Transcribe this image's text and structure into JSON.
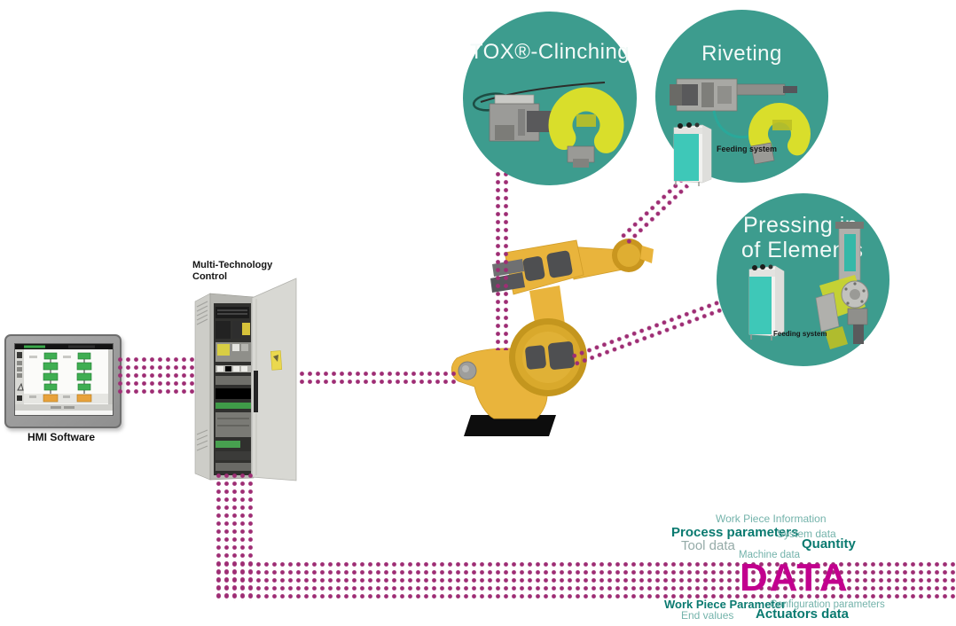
{
  "hmi": {
    "label": "HMI Software"
  },
  "cabinet": {
    "label_line1": "Multi-Technology",
    "label_line2": "Control"
  },
  "circles": {
    "tox": {
      "title": "TOX®-Clinching"
    },
    "riveting": {
      "title": "Riveting",
      "feeding_label": "Feeding system"
    },
    "pressing": {
      "title_line1": "Pressing in",
      "title_line2": "of Elements",
      "feeding_label": "Feeding system"
    }
  },
  "data_cloud": {
    "title": "DATA",
    "terms": [
      {
        "label": "Work Piece Information",
        "style": "light"
      },
      {
        "label": "Process parameters",
        "style": "bold"
      },
      {
        "label": "System data",
        "style": "light"
      },
      {
        "label": "Tool data",
        "style": "muted"
      },
      {
        "label": "Quantity",
        "style": "bold"
      },
      {
        "label": "Machine data",
        "style": "light"
      },
      {
        "label": "Work Piece Parameter",
        "style": "bold"
      },
      {
        "label": "Configuration parameters",
        "style": "light"
      },
      {
        "label": "End values",
        "style": "light"
      },
      {
        "label": "Actuators data",
        "style": "bold"
      }
    ]
  },
  "colors": {
    "circle_teal": "#3d9c8e",
    "dot_magenta": "#9e2d74",
    "data_magenta": "#c2008e",
    "robot_yellow": "#e9b43c",
    "feeder_turquoise": "#3ec8b8",
    "cloud_teal_bold": "#0a7a70",
    "cloud_teal_light": "#74b3ab"
  }
}
